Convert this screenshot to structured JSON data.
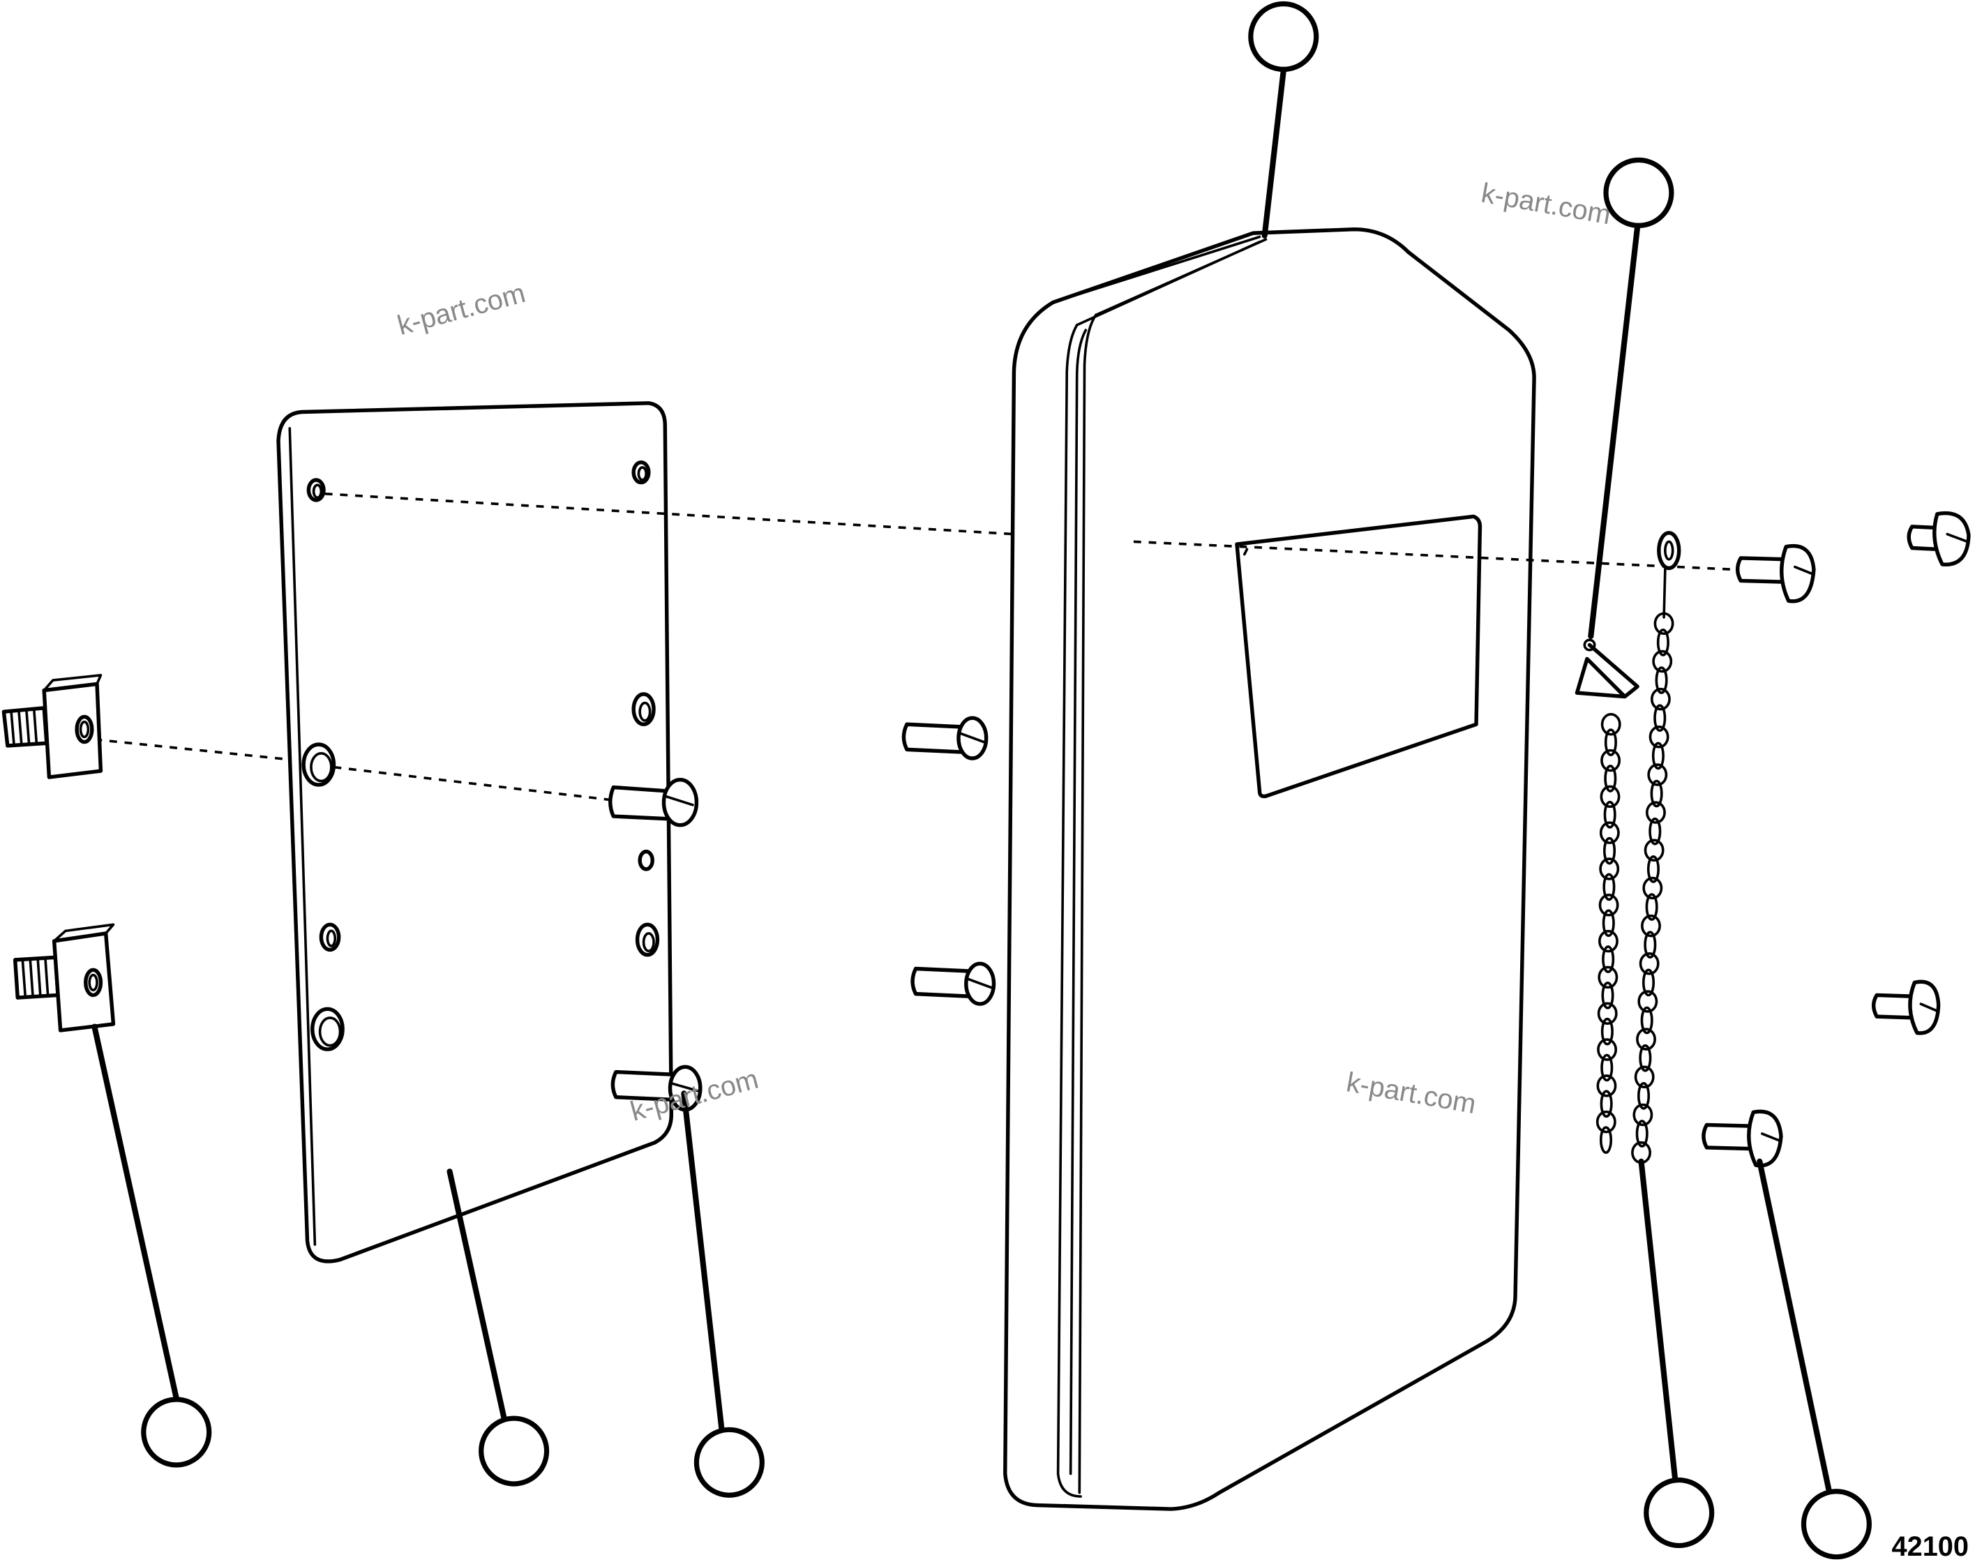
{
  "watermarks": [
    "k-part.com",
    "k-part.com",
    "k-part.com",
    "k-part.com"
  ],
  "drawing_code": "42100",
  "callouts": [
    {
      "label": ""
    },
    {
      "label": ""
    },
    {
      "label": ""
    },
    {
      "label": ""
    },
    {
      "label": ""
    },
    {
      "label": ""
    },
    {
      "label": ""
    }
  ],
  "icons": {
    "nut": "square-nut-with-stud-icon",
    "screw": "slotted-screw-icon",
    "chain": "chain-with-hook-icon"
  }
}
